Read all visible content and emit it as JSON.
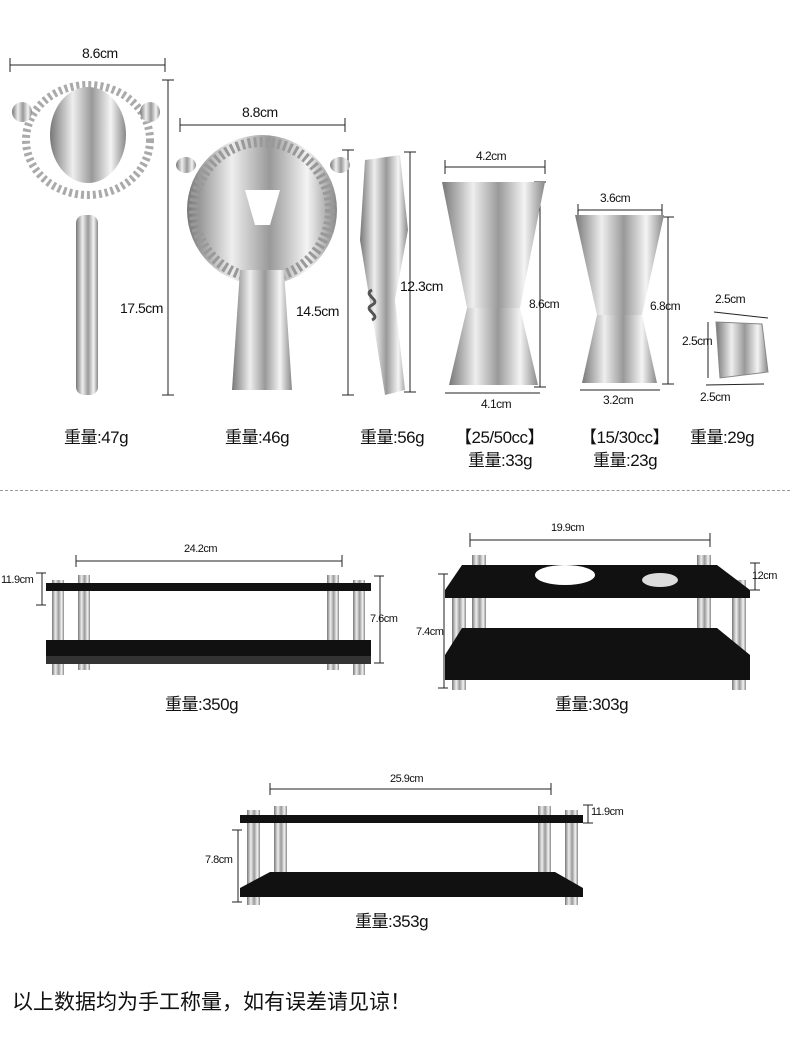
{
  "products": [
    {
      "name": "strainer-1",
      "dims": [
        "8.6cm",
        "17.5cm"
      ],
      "weight": "重量:47g"
    },
    {
      "name": "strainer-2",
      "dims": [
        "8.8cm",
        "14.5cm"
      ],
      "weight": "重量:46g"
    },
    {
      "name": "corkscrew",
      "dims": [
        "12.3cm"
      ],
      "weight": "重量:56g"
    },
    {
      "name": "jigger-large",
      "dims": [
        "4.2cm",
        "8.6cm",
        "4.1cm"
      ],
      "capacity": "【25/50cc】",
      "weight": "重量:33g"
    },
    {
      "name": "jigger-small",
      "dims": [
        "3.6cm",
        "6.8cm",
        "3.2cm"
      ],
      "capacity": "【15/30cc】",
      "weight": "重量:23g"
    },
    {
      "name": "ice-cube",
      "dims": [
        "2.5cm",
        "2.5cm",
        "2.5cm"
      ],
      "weight": "重量:29g"
    }
  ],
  "stands": [
    {
      "name": "stand-1",
      "dims": [
        "24.2cm",
        "11.9cm",
        "7.6cm"
      ],
      "weight": "重量:350g"
    },
    {
      "name": "stand-2",
      "dims": [
        "19.9cm",
        "12cm",
        "7.4cm"
      ],
      "weight": "重量:303g"
    },
    {
      "name": "stand-3",
      "dims": [
        "25.9cm",
        "11.9cm",
        "7.8cm"
      ],
      "weight": "重量:353g"
    }
  ],
  "footer": "以上数据均为手工称量，如有误差请见谅！",
  "colors": {
    "steel": "#c8c8c8",
    "acrylic": "#111111",
    "text": "#111111"
  }
}
